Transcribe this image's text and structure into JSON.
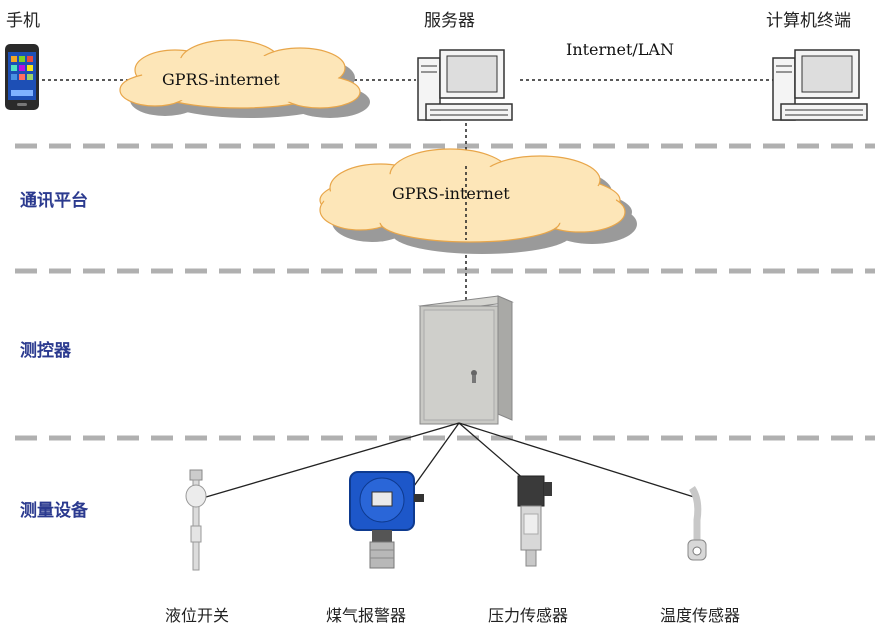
{
  "top": {
    "phone_label": "手机",
    "server_label": "服务器",
    "terminal_label": "计算机终端",
    "cloud1_text": "GPRS-internet",
    "link_text": "Internet/LAN"
  },
  "tiers": {
    "comm_platform": "通讯平台",
    "controller": "测控器",
    "measure_devices": "测量设备"
  },
  "cloud2_text": "GPRS-internet",
  "devices": [
    {
      "label": "液位开关"
    },
    {
      "label": "煤气报警器"
    },
    {
      "label": "压力传感器"
    },
    {
      "label": "温度传感器"
    }
  ],
  "colors": {
    "cloud_fill": "#fde6b8",
    "divider": "#b0b0b0",
    "tier_text": "#2b3a8f"
  }
}
